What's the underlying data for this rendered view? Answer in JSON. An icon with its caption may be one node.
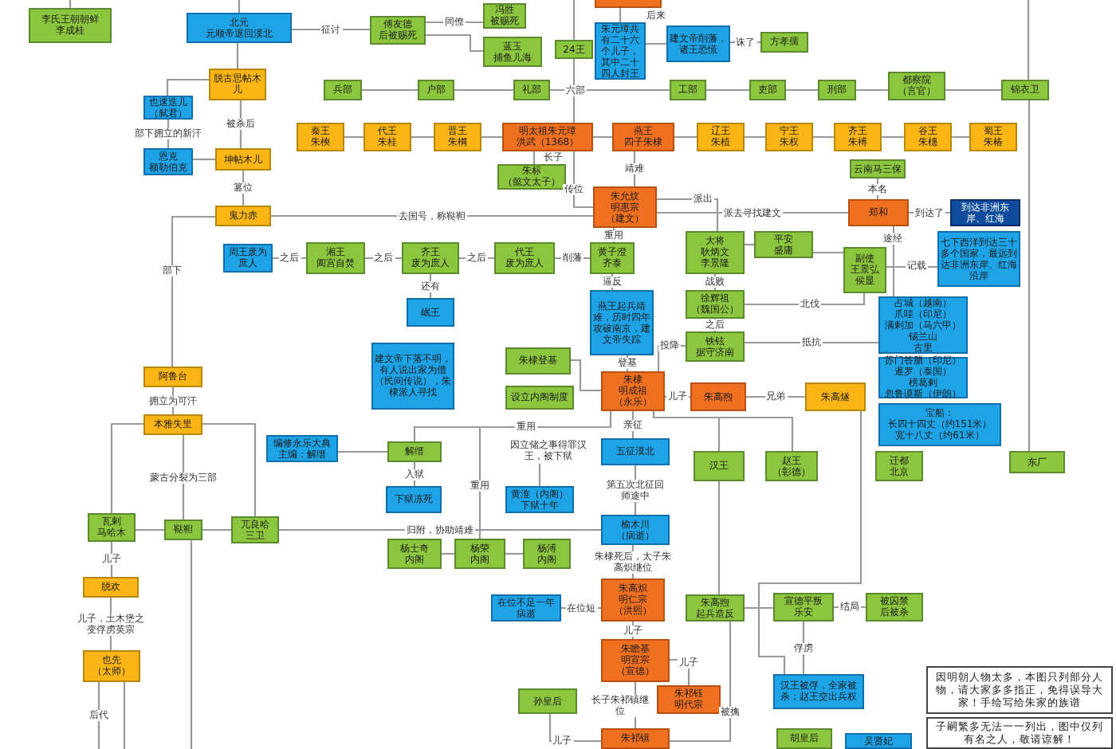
{
  "diagram": {
    "nodes": [
      {
        "text": [
          "李氏王朝朝鲜",
          "李成桂"
        ]
      },
      {
        "text": [
          "北元",
          "元顺帝退回漠北"
        ]
      },
      {
        "text": [
          "傅友德",
          "后被赐死"
        ]
      },
      {
        "text": [
          "冯胜",
          "被赐死"
        ]
      },
      {
        "text": [],
        "shape": "box"
      },
      {
        "text": [
          "蓝玉",
          "捕鱼儿海"
        ]
      },
      {
        "text": [
          "24王"
        ]
      },
      {
        "text": [
          "朱元璋共有二十六个儿子，其中二十四人封王"
        ]
      },
      {
        "text": [
          "建文帝削藩，诸王恐慌"
        ]
      },
      {
        "text": [
          "方孝孺"
        ]
      },
      {
        "text": [
          "脱古思帖木儿"
        ]
      },
      {
        "text": [
          "兵部"
        ]
      },
      {
        "text": [
          "户部"
        ]
      },
      {
        "text": [
          "礼部"
        ]
      },
      {
        "text": [
          "工部"
        ]
      },
      {
        "text": [
          "吏部"
        ]
      },
      {
        "text": [
          "刑部"
        ]
      },
      {
        "text": [
          "都察院",
          "（言官）"
        ]
      },
      {
        "text": [
          "锦衣卫"
        ]
      },
      {
        "text": [
          "也速迭儿",
          "（弑君）"
        ]
      },
      {
        "text": [
          "秦王",
          "朱樉"
        ]
      },
      {
        "text": [
          "代王",
          "朱桂"
        ]
      },
      {
        "text": [
          "晋王",
          "朱棡"
        ]
      },
      {
        "text": [
          "明太祖朱元璋",
          "洪武（1368）"
        ]
      },
      {
        "text": [
          "燕王",
          "四子朱棣"
        ]
      },
      {
        "text": [
          "辽王",
          "朱植"
        ]
      },
      {
        "text": [
          "宁王",
          "朱权"
        ]
      },
      {
        "text": [
          "齐王",
          "朱榑"
        ]
      },
      {
        "text": [
          "谷王",
          "朱橞"
        ]
      },
      {
        "text": [
          "蜀王",
          "朱椿"
        ]
      },
      {
        "text": [
          "恩克",
          "额勒伯克"
        ]
      },
      {
        "text": [
          "坤帖木儿"
        ]
      },
      {
        "text": [
          "朱标",
          "（懿文太子）"
        ]
      },
      {
        "text": [
          "云南马三保"
        ]
      },
      {
        "text": [
          "朱允炆",
          "明惠宗",
          "（建文）"
        ]
      },
      {
        "text": [
          "郑和"
        ]
      },
      {
        "text": [
          "到达非洲东岸、红海"
        ]
      },
      {
        "text": [
          "鬼力赤"
        ]
      },
      {
        "text": [
          "大将",
          "耿炳文",
          "李景隆"
        ]
      },
      {
        "text": [
          "平安",
          "盛庸"
        ]
      },
      {
        "text": [
          "七下西洋到达三十多个国家，最远到达非洲东岸、红海沿岸"
        ]
      },
      {
        "text": [
          "周王废为庶人"
        ]
      },
      {
        "text": [
          "湘王",
          "阖宫自焚"
        ]
      },
      {
        "text": [
          "齐王",
          "废为庶人"
        ]
      },
      {
        "text": [
          "代王",
          "废为庶人"
        ]
      },
      {
        "text": [
          "黄子澄",
          "齐泰"
        ]
      },
      {
        "text": [
          "副使",
          "王景弘",
          "侯显"
        ]
      },
      {
        "text": [
          "徐辉祖",
          "（魏国公）"
        ]
      },
      {
        "text": [
          "岷王"
        ]
      },
      {
        "text": [
          "燕王起兵靖难，历时四年攻破南京，建文帝失踪"
        ]
      },
      {
        "text": [
          "占城（越南）",
          "爪哇（印尼）",
          "满剌加（马六甲）",
          "锡兰山",
          "古里"
        ]
      },
      {
        "text": [
          "铁铉",
          "据守济南"
        ]
      },
      {
        "text": [
          "建文帝下落不明，有人说出家为僧（民间传说），朱棣派人寻找"
        ]
      },
      {
        "text": [
          "朱棣登基"
        ]
      },
      {
        "text": [
          "苏门答腊（印尼）",
          "暹罗（泰国）",
          "榜葛剌",
          "忽鲁谟斯（伊朗）"
        ]
      },
      {
        "text": [
          "阿鲁台"
        ]
      },
      {
        "text": [
          "朱棣",
          "明成祖",
          "（永乐）"
        ]
      },
      {
        "text": [
          "朱高煦"
        ]
      },
      {
        "text": [
          "朱高燧"
        ]
      },
      {
        "text": [
          "设立内阁制度"
        ]
      },
      {
        "text": [
          "宝船：",
          "长四十四丈（约151米）",
          "宽十八丈（约61米）"
        ]
      },
      {
        "text": [
          "本雅失里"
        ]
      },
      {
        "text": [
          "编修永乐大典",
          "主编：解缙"
        ]
      },
      {
        "text": [
          "解缙"
        ]
      },
      {
        "text": [
          "因立储之事得罪汉王，被下狱"
        ]
      },
      {
        "text": [
          "五征漠北"
        ]
      },
      {
        "text": [
          "汉王"
        ]
      },
      {
        "text": [
          "赵王",
          "（彰德）"
        ]
      },
      {
        "text": [
          "迁都",
          "北京"
        ]
      },
      {
        "text": [
          "东厂"
        ]
      },
      {
        "text": [
          "下狱冻死"
        ]
      },
      {
        "text": [
          "黄淮（内阁）",
          "下狱十年"
        ]
      },
      {
        "text": [
          "瓦剌",
          "马哈木"
        ]
      },
      {
        "text": [
          "鞑靼"
        ]
      },
      {
        "text": [
          "兀良哈",
          "三卫"
        ]
      },
      {
        "text": [
          "榆木川",
          "（病逝）"
        ]
      },
      {
        "text": [
          "杨士奇",
          "内阁"
        ]
      },
      {
        "text": [
          "杨荣",
          "内阁"
        ]
      },
      {
        "text": [
          "杨溥",
          "内阁"
        ]
      },
      {
        "text": [
          "脱欢"
        ]
      },
      {
        "text": [
          "朱高炽",
          "明仁宗",
          "（洪熙）"
        ]
      },
      {
        "text": [
          "在位不足一年病逝"
        ]
      },
      {
        "text": [
          "朱高煦",
          "起兵造反"
        ]
      },
      {
        "text": [
          "宣德平叛",
          "乐安"
        ]
      },
      {
        "text": [
          "被囚禁",
          "后被杀"
        ]
      },
      {
        "text": [
          "朱瞻基",
          "明宣宗",
          "（宣德）"
        ]
      },
      {
        "text": [
          "也先",
          "（太师）"
        ]
      },
      {
        "text": [
          "因明朝人物太多，本图只列部分人物，请大家多多指正，免得误导大家！手绘写给朱家的族谱"
        ]
      },
      {
        "text": [
          "汉王被俘，全家被杀；赵王交出兵权"
        ]
      },
      {
        "text": [
          "孙皇后"
        ]
      },
      {
        "text": [
          "朱祁钰",
          "明代宗"
        ]
      },
      {
        "text": [
          "子嗣繁多无法一一列出，图中仅列有名之人，敬请谅解！"
        ]
      },
      {
        "text": [
          "朱祁镇"
        ]
      },
      {
        "text": [
          "胡皇后"
        ]
      },
      {
        "text": [
          "吴贤妃"
        ]
      }
    ],
    "edges": [
      {
        "from": 0,
        "to": null,
        "arrow": "none"
      },
      {
        "from": 1,
        "to": null,
        "arrow": "none"
      },
      {
        "from": 1,
        "to": 2,
        "arrow": "none",
        "label": "征讨"
      },
      {
        "from": 2,
        "to": 3,
        "arrow": "none",
        "label": "同僚"
      },
      {
        "from": 2,
        "to": 5,
        "arrow": "none"
      },
      {
        "from": null,
        "to": 6,
        "arrow": "none"
      },
      {
        "from": 6,
        "to": 23,
        "arrow": "none"
      },
      {
        "from": 4,
        "to": 7,
        "arrow": "none"
      },
      {
        "from": 7,
        "to": 8,
        "arrow": "none",
        "label": "后来"
      },
      {
        "from": 8,
        "to": 9,
        "arrow": "none",
        "label": "诛了"
      },
      {
        "from": 1,
        "to": 10,
        "arrow": "none"
      },
      {
        "from": 10,
        "to": 19,
        "arrow": "none"
      },
      {
        "from": 19,
        "to": 30,
        "arrow": "none",
        "label": "部下拥立的新汗"
      },
      {
        "from": 30,
        "to": 31,
        "arrow": "none"
      },
      {
        "from": 10,
        "to": 31,
        "arrow": "none",
        "label": "被杀后"
      },
      {
        "from": 31,
        "to": 37,
        "arrow": "none",
        "label": "篡位"
      },
      {
        "from": 37,
        "to": 34,
        "arrow": "none",
        "label": "去国号，称鞑靼"
      },
      {
        "from": 37,
        "to": 55,
        "arrow": "none",
        "label": "部下"
      },
      {
        "from": 55,
        "to": 61,
        "arrow": "none",
        "label": "拥立为可汗"
      },
      {
        "from": 61,
        "to": 72,
        "arrow": "none"
      },
      {
        "from": 61,
        "to": 73,
        "arrow": "none",
        "label": "蒙古分裂为三部"
      },
      {
        "from": 61,
        "to": 74,
        "arrow": "none"
      },
      {
        "from": 72,
        "to": 73,
        "arrow": "none"
      },
      {
        "from": 73,
        "to": 74,
        "arrow": "none"
      },
      {
        "from": 74,
        "to": 75,
        "arrow": "none",
        "label": "归附，协助靖难"
      },
      {
        "from": 72,
        "to": 79,
        "arrow": "none",
        "label": "儿子"
      },
      {
        "from": 79,
        "to": 86,
        "arrow": "none",
        "label": "儿子，土木堡之变俘虏英宗"
      },
      {
        "from": 86,
        "to": null,
        "arrow": "none",
        "label": "后代"
      },
      {
        "from": 86,
        "to": null,
        "arrow": "none"
      },
      {
        "from": 73,
        "to": null,
        "arrow": "none"
      },
      {
        "from": 20,
        "to": 21,
        "arrow": "none"
      },
      {
        "from": 21,
        "to": 22,
        "arrow": "none"
      },
      {
        "from": 22,
        "to": 23,
        "arrow": "none"
      },
      {
        "from": 23,
        "to": 24,
        "arrow": "none"
      },
      {
        "from": 24,
        "to": 25,
        "arrow": "none"
      },
      {
        "from": 25,
        "to": 26,
        "arrow": "none"
      },
      {
        "from": 26,
        "to": 27,
        "arrow": "none"
      },
      {
        "from": 27,
        "to": 28,
        "arrow": "none"
      },
      {
        "from": 28,
        "to": 29,
        "arrow": "none"
      },
      {
        "from": 11,
        "to": 12,
        "arrow": "none"
      },
      {
        "from": 12,
        "to": 13,
        "arrow": "none"
      },
      {
        "from": 13,
        "to": 14,
        "arrow": "none",
        "label": "六部"
      },
      {
        "from": 14,
        "to": 15,
        "arrow": "none"
      },
      {
        "from": 15,
        "to": 16,
        "arrow": "none"
      },
      {
        "from": 16,
        "to": 17,
        "arrow": "none"
      },
      {
        "from": 17,
        "to": 18,
        "arrow": "none"
      },
      {
        "from": 18,
        "to": null,
        "arrow": "none"
      },
      {
        "from": 18,
        "to": 69,
        "arrow": "none"
      },
      {
        "from": 23,
        "to": 32,
        "arrow": "none",
        "label": "长子"
      },
      {
        "from": 23,
        "to": 34,
        "arrow": "none",
        "label": "传位"
      },
      {
        "from": 24,
        "to": 34,
        "arrow": "none",
        "label": "靖难"
      },
      {
        "from": 33,
        "to": 35,
        "arrow": "none",
        "label": "本名"
      },
      {
        "from": 35,
        "to": 36,
        "arrow": "none",
        "label": "到达了"
      },
      {
        "from": 34,
        "to": 38,
        "arrow": "none",
        "label": "派出"
      },
      {
        "from": 34,
        "to": 35,
        "arrow": "none",
        "label": "派去寻找建文"
      },
      {
        "from": 38,
        "to": 39,
        "arrow": "none"
      },
      {
        "from": 39,
        "to": 46,
        "arrow": "none"
      },
      {
        "from": 46,
        "to": 40,
        "arrow": "none",
        "label": "记载"
      },
      {
        "from": 35,
        "to": 50,
        "arrow": "none",
        "label": "途经"
      },
      {
        "from": 38,
        "to": 47,
        "arrow": "none",
        "label": "战败"
      },
      {
        "from": 47,
        "to": 51,
        "arrow": "none",
        "label": "之后"
      },
      {
        "from": 47,
        "to": 46,
        "arrow": "none",
        "label": "北伐"
      },
      {
        "from": 51,
        "to": 50,
        "arrow": "none",
        "label": "抵抗"
      },
      {
        "from": 34,
        "to": 45,
        "arrow": "none",
        "label": "重用"
      },
      {
        "from": 45,
        "to": 44,
        "arrow": "none",
        "label": "削藩"
      },
      {
        "from": 44,
        "to": 43,
        "arrow": "none",
        "label": "之后"
      },
      {
        "from": 43,
        "to": 42,
        "arrow": "none",
        "label": "之后"
      },
      {
        "from": 42,
        "to": 41,
        "arrow": "none",
        "label": "之后"
      },
      {
        "from": 43,
        "to": 48,
        "arrow": "none",
        "label": "还有"
      },
      {
        "from": 45,
        "to": 49,
        "arrow": "none",
        "label": "逼反"
      },
      {
        "from": 49,
        "to": 56,
        "arrow": "none",
        "label": "登基"
      },
      {
        "from": 51,
        "to": 56,
        "arrow": "none",
        "label": "投降"
      },
      {
        "from": 53,
        "to": 56,
        "arrow": "none"
      },
      {
        "from": 56,
        "to": 57,
        "arrow": "none",
        "label": "儿子"
      },
      {
        "from": 57,
        "to": 58,
        "arrow": "none",
        "label": "兄弟"
      },
      {
        "from": 56,
        "to": 65,
        "arrow": "none",
        "label": "亲征"
      },
      {
        "from": 65,
        "to": 75,
        "arrow": "none",
        "label": "第五次北征回师途中"
      },
      {
        "from": 75,
        "to": 80,
        "arrow": "none",
        "label": "朱棣死后，太子朱高炽继位"
      },
      {
        "from": 56,
        "to": 63,
        "arrow": "none",
        "label": "重用"
      },
      {
        "from": 56,
        "to": 77,
        "arrow": "none",
        "label": "重用"
      },
      {
        "from": 62,
        "to": 63,
        "arrow": "none"
      },
      {
        "from": 63,
        "to": 70,
        "arrow": "none",
        "label": "入狱"
      },
      {
        "from": 64,
        "to": 71,
        "arrow": "none"
      },
      {
        "from": 76,
        "to": 77,
        "arrow": "none"
      },
      {
        "from": 77,
        "to": 78,
        "arrow": "none"
      },
      {
        "from": 80,
        "to": 81,
        "arrow": "none",
        "label": "在位短"
      },
      {
        "from": 80,
        "to": 85,
        "arrow": "none",
        "label": "儿子"
      },
      {
        "from": 85,
        "to": 90,
        "arrow": "none",
        "label": "儿子"
      },
      {
        "from": 85,
        "to": 92,
        "arrow": "none",
        "label": "长子朱祁镇继位"
      },
      {
        "from": 89,
        "to": 92,
        "arrow": "none",
        "label": "儿子"
      },
      {
        "from": 56,
        "to": 66,
        "arrow": "none"
      },
      {
        "from": 66,
        "to": 82,
        "arrow": "none"
      },
      {
        "from": 56,
        "to": 67,
        "arrow": "none"
      },
      {
        "from": 82,
        "to": 83,
        "arrow": "none"
      },
      {
        "from": 83,
        "to": 84,
        "arrow": "none",
        "label": "结局"
      },
      {
        "from": 83,
        "to": 88,
        "arrow": "none",
        "label": "俘虏"
      },
      {
        "from": 58,
        "to": 88,
        "arrow": "none"
      },
      {
        "from": 82,
        "to": 92,
        "arrow": "none",
        "label": "被擒"
      }
    ]
  }
}
